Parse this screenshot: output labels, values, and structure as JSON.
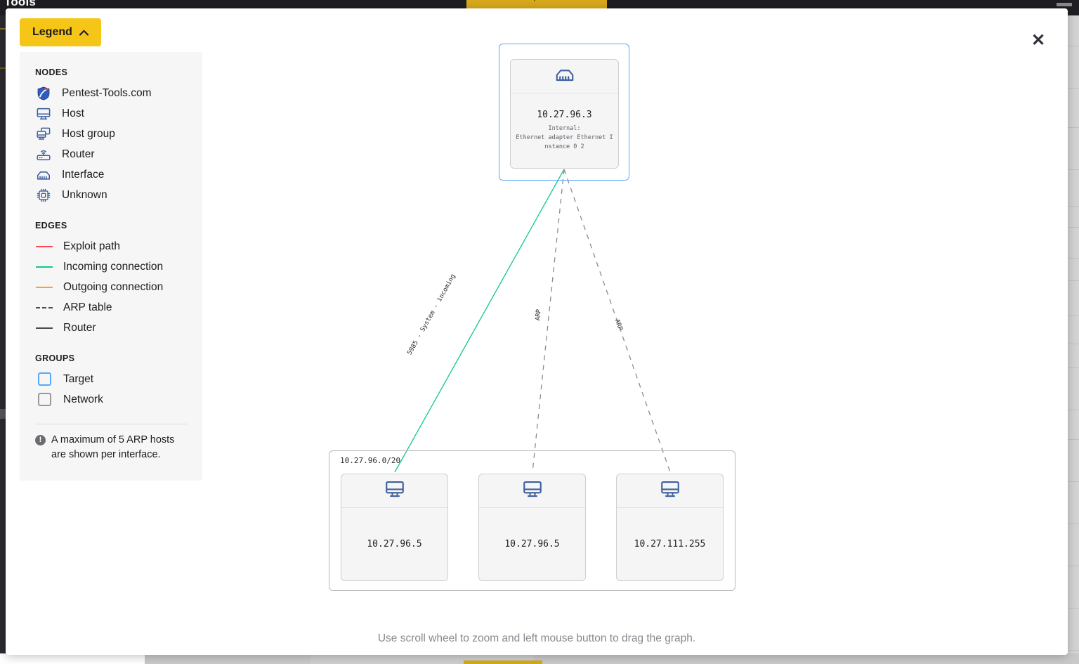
{
  "background": {
    "topbar_title": "Tools",
    "topbar_button_glyph": "▾"
  },
  "modal": {
    "close_icon": "close-icon",
    "close_glyph": "✕"
  },
  "legend": {
    "button_label": "Legend",
    "button_chevron": "⌃",
    "sections": {
      "nodes": {
        "title": "NODES",
        "items": [
          {
            "icon": "shield-icon",
            "label": "Pentest-Tools.com"
          },
          {
            "icon": "monitor-icon",
            "label": "Host"
          },
          {
            "icon": "host-group-icon",
            "label": "Host group"
          },
          {
            "icon": "router-icon",
            "label": "Router"
          },
          {
            "icon": "interface-icon",
            "label": "Interface"
          },
          {
            "icon": "chip-icon",
            "label": "Unknown"
          }
        ]
      },
      "edges": {
        "title": "EDGES",
        "items": [
          {
            "label": "Exploit path",
            "color": "#fc4b52",
            "style": "solid"
          },
          {
            "label": "Incoming connection",
            "color": "#0ccb7f",
            "style": "solid"
          },
          {
            "label": "Outgoing connection",
            "color": "#f5a623",
            "style": "solid"
          },
          {
            "label": "ARP table",
            "color": "#4a4a52",
            "style": "dashed"
          },
          {
            "label": "Router",
            "color": "#4a4a52",
            "style": "solid"
          }
        ]
      },
      "groups": {
        "title": "GROUPS",
        "items": [
          {
            "label": "Target",
            "color": "#5aa9f5"
          },
          {
            "label": "Network",
            "color": "#999999"
          }
        ]
      }
    },
    "note": "A maximum of 5 ARP hosts are shown per interface.",
    "note_icon": "info-icon"
  },
  "graph": {
    "hint": "Use scroll wheel to zoom and left mouse button to drag the graph.",
    "groups": [
      {
        "name": "target-group",
        "label": "",
        "type": "Target",
        "color": "#5aa9f5"
      },
      {
        "name": "network-group",
        "label": "10.27.96.0/20",
        "type": "Network",
        "color": "#b9b9b9"
      }
    ],
    "nodes": [
      {
        "id": "iface",
        "icon": "interface-icon",
        "title": "10.27.96.3",
        "subtitle": "Internal:\nEthernet adapter Ethernet Instance 0 2"
      },
      {
        "id": "host1",
        "icon": "monitor-icon",
        "title": "10.27.96.5",
        "subtitle": ""
      },
      {
        "id": "host2",
        "icon": "monitor-icon",
        "title": "10.27.96.5",
        "subtitle": ""
      },
      {
        "id": "host3",
        "icon": "monitor-icon",
        "title": "10.27.111.255",
        "subtitle": ""
      }
    ],
    "edges": [
      {
        "from": "iface",
        "to": "host1",
        "label": "5985 - System - incoming",
        "color": "#0ccb7f",
        "style": "solid"
      },
      {
        "from": "iface",
        "to": "host2",
        "label": "ARP",
        "color": "#8a8a92",
        "style": "dashed"
      },
      {
        "from": "iface",
        "to": "host3",
        "label": "ARP",
        "color": "#8a8a92",
        "style": "dashed"
      }
    ]
  }
}
